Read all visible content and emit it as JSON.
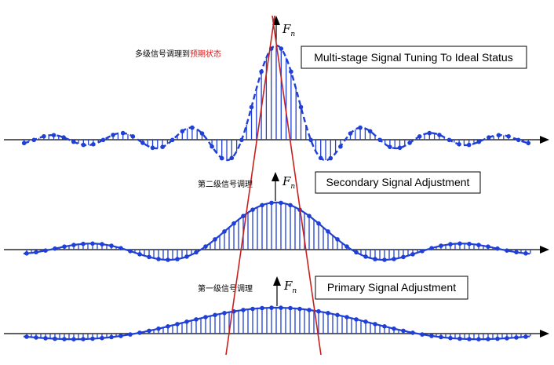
{
  "colors": {
    "signal": "#1f3fd6",
    "guide": "#c8201f",
    "axis": "#000000",
    "highlight_text": "#d11a1a"
  },
  "panels": [
    {
      "caption_cn_prefix": "多级信号调理到",
      "caption_cn_highlight": "预期状态",
      "fn_label": "F",
      "fn_subscript": "n",
      "box_label": "Multi-stage Signal Tuning To Ideal Status"
    },
    {
      "caption_cn_prefix": "第二级信号调理",
      "caption_cn_highlight": "",
      "fn_label": "F",
      "fn_subscript": "n",
      "box_label": "Secondary Signal Adjustment"
    },
    {
      "caption_cn_prefix": "第一级信号调理",
      "caption_cn_highlight": "",
      "fn_label": "F",
      "fn_subscript": "n",
      "box_label": "Primary Signal Adjustment"
    }
  ]
}
